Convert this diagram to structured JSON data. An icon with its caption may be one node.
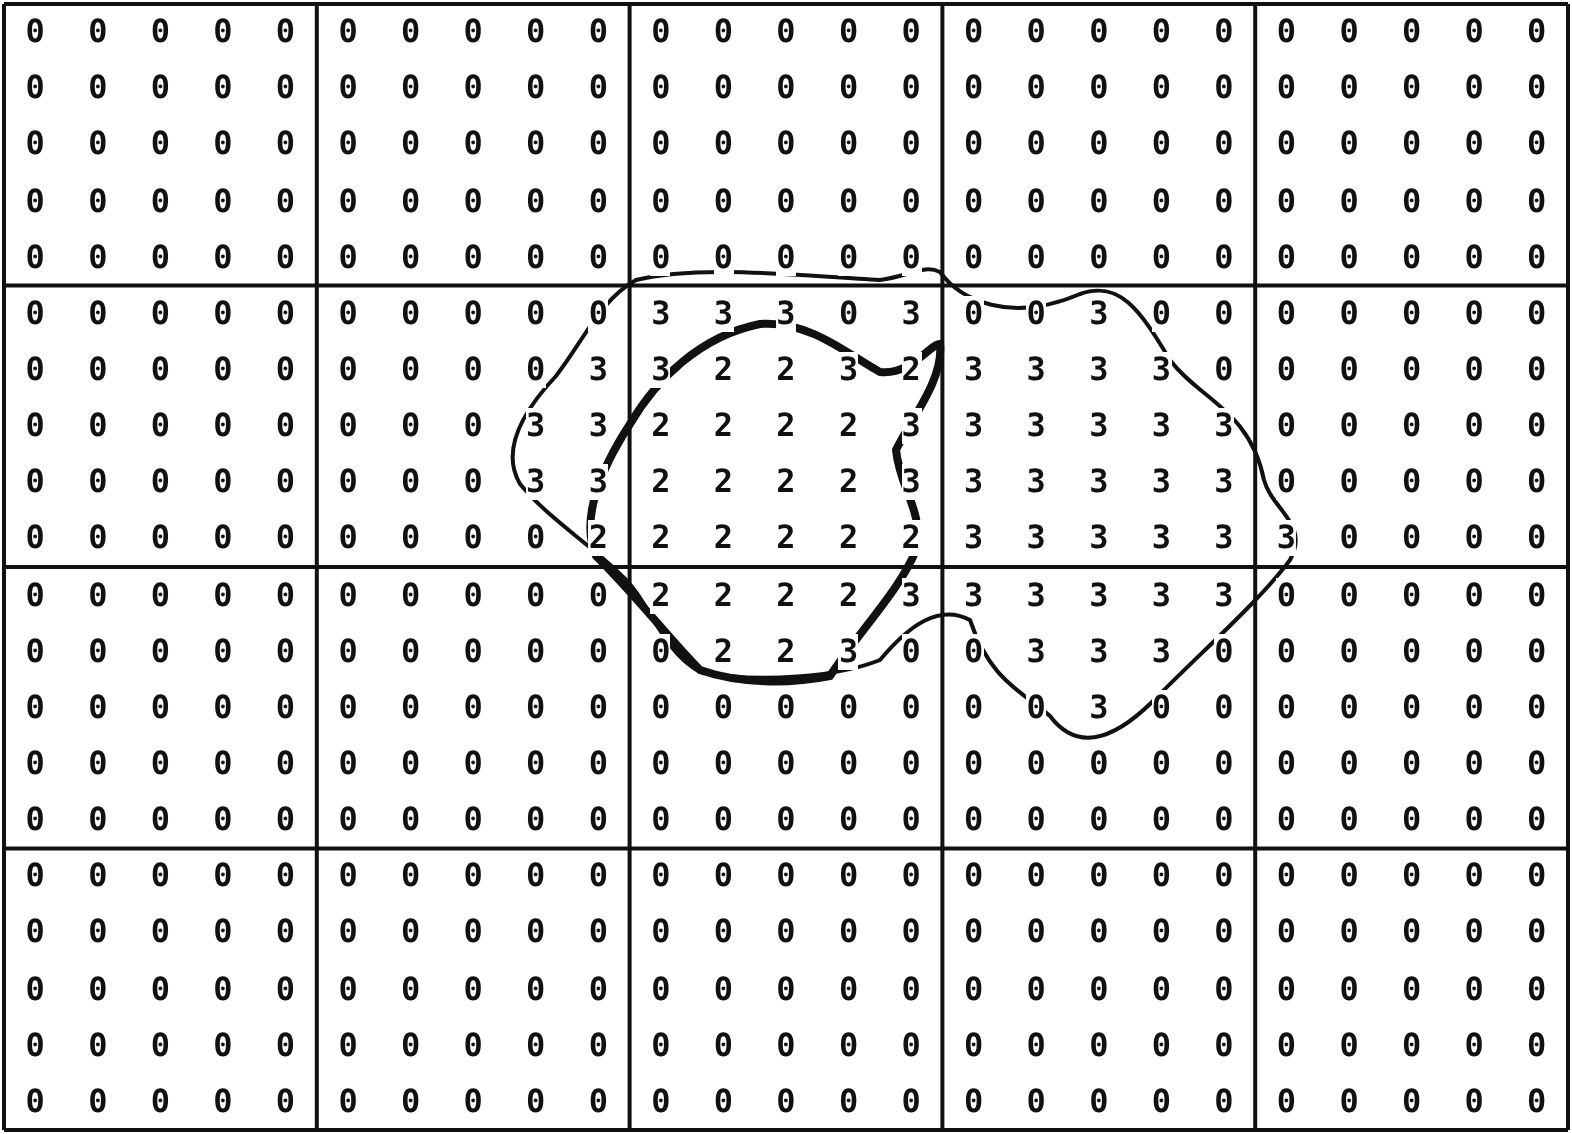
{
  "diagram": {
    "labels": [
      "0",
      "0",
      "0",
      "0",
      "0",
      "0",
      "0",
      "0",
      "0",
      "0",
      "0",
      "0",
      "0",
      "0",
      "0",
      "0",
      "0",
      "0",
      "0",
      "0",
      "0",
      "0",
      "0",
      "0",
      "0",
      "0",
      "0",
      "0",
      "0",
      "0",
      "0",
      "0",
      "0",
      "0",
      "0",
      "0",
      "0",
      "0",
      "0",
      "0",
      "0",
      "0",
      "0",
      "0",
      "0",
      "0",
      "0",
      "0",
      "0",
      "0",
      "0",
      "0",
      "0",
      "0",
      "0",
      "0",
      "0",
      "0",
      "0",
      "0",
      "0",
      "0",
      "0",
      "0",
      "0",
      "0",
      "0",
      "0",
      "0",
      "0",
      "0",
      "0",
      "0",
      "0",
      "0",
      "0",
      "0",
      "0",
      "0",
      "0",
      "0",
      "0",
      "0",
      "0",
      "0",
      "0",
      "0",
      "0",
      "0",
      "0",
      "0",
      "0",
      "0",
      "0",
      "0",
      "0",
      "0",
      "0",
      "0",
      "0",
      "0",
      "0",
      "0",
      "0",
      "0",
      "0",
      "0",
      "0",
      "0",
      "0",
      "0",
      "0",
      "0",
      "0",
      "0",
      "0",
      "0",
      "0",
      "0",
      "0",
      "0",
      "0",
      "0",
      "0",
      "0",
      "0",
      "0",
      "0",
      "0",
      "0",
      "0",
      "0",
      "0",
      "0",
      "0",
      "3",
      "3",
      "3",
      "0",
      "3",
      "0",
      "0",
      "3",
      "0",
      "0",
      "0",
      "0",
      "0",
      "0",
      "0",
      "0",
      "0",
      "0",
      "0",
      "0",
      "0",
      "0",
      "0",
      "0",
      "3",
      "3",
      "2",
      "2",
      "3",
      "2",
      "3",
      "3",
      "3",
      "3",
      "0",
      "0",
      "0",
      "0",
      "0",
      "0",
      "0",
      "0",
      "0",
      "0",
      "0",
      "0",
      "0",
      "0",
      "3",
      "3",
      "2",
      "2",
      "2",
      "2",
      "3",
      "3",
      "3",
      "3",
      "3",
      "3",
      "0",
      "0",
      "0",
      "0",
      "0",
      "0",
      "0",
      "0",
      "0",
      "0",
      "0",
      "0",
      "0",
      "3",
      "3",
      "2",
      "2",
      "2",
      "2",
      "3",
      "3",
      "3",
      "3",
      "3",
      "3",
      "0",
      "0",
      "0",
      "0",
      "0",
      "0",
      "0",
      "0",
      "0",
      "0",
      "0",
      "0",
      "0",
      "0",
      "2",
      "2",
      "2",
      "2",
      "2",
      "2",
      "3",
      "3",
      "3",
      "3",
      "3",
      "3",
      "0",
      "0",
      "0",
      "0",
      "0",
      "0",
      "0",
      "0",
      "0",
      "0",
      "0",
      "0",
      "0",
      "0",
      "2",
      "2",
      "2",
      "2",
      "3",
      "3",
      "3",
      "3",
      "3",
      "3",
      "0",
      "0",
      "0",
      "0",
      "0",
      "0",
      "0",
      "0",
      "0",
      "0",
      "0",
      "0",
      "0",
      "0",
      "0",
      "0",
      "2",
      "2",
      "3",
      "0",
      "0",
      "3",
      "3",
      "3",
      "0",
      "0",
      "0",
      "0",
      "0",
      "0",
      "0",
      "0",
      "0",
      "0",
      "0",
      "0",
      "0",
      "0",
      "0",
      "0",
      "0",
      "0",
      "0",
      "0",
      "0",
      "0",
      "0",
      "3",
      "0",
      "0",
      "0",
      "0",
      "0",
      "0",
      "0",
      "0",
      "0",
      "0",
      "0",
      "0",
      "0",
      "0",
      "0",
      "0",
      "0",
      "0",
      "0",
      "0",
      "0",
      "0",
      "0",
      "0",
      "0",
      "0",
      "0",
      "0",
      "0",
      "0",
      "0",
      "0",
      "0",
      "0",
      "0",
      "0",
      "0",
      "0",
      "0",
      "0",
      "0",
      "0",
      "0",
      "0",
      "0",
      "0",
      "0",
      "0",
      "0",
      "0",
      "0",
      "0",
      "0",
      "0",
      "0",
      "0",
      "0",
      "0",
      "0",
      "0",
      "0",
      "0",
      "0",
      "0",
      "0",
      "0",
      "0",
      "0",
      "0",
      "0",
      "0",
      "0",
      "0",
      "0",
      "0",
      "0",
      "0",
      "0",
      "0",
      "0",
      "0",
      "0",
      "0",
      "0",
      "0",
      "0",
      "0",
      "0",
      "0",
      "0",
      "0",
      "0",
      "0",
      "0",
      "0",
      "0",
      "0",
      "0",
      "0",
      "0",
      "0",
      "0",
      "0",
      "0",
      "0",
      "0",
      "0",
      "0",
      "0",
      "0",
      "0",
      "0",
      "0",
      "0",
      "0",
      "0",
      "0",
      "0",
      "0",
      "0",
      "0",
      "0",
      "0",
      "0",
      "0",
      "0",
      "0",
      "0",
      "0",
      "0",
      "0",
      "0",
      "0",
      "0",
      "0",
      "0",
      "0",
      "0",
      "0",
      "0",
      "0",
      "0",
      "0",
      "0",
      "0",
      "0",
      "0",
      "0",
      "0",
      "0",
      "0",
      "0",
      "0",
      "0",
      "0",
      "0",
      "0",
      "0",
      "0",
      "0",
      "0",
      "0",
      "0",
      "0",
      "0",
      "0",
      "0",
      "0",
      "0",
      "0",
      "0",
      "0",
      "0",
      "0",
      "0",
      "0",
      "0",
      "0",
      "0",
      "0",
      "0",
      "0"
    ]
  }
}
